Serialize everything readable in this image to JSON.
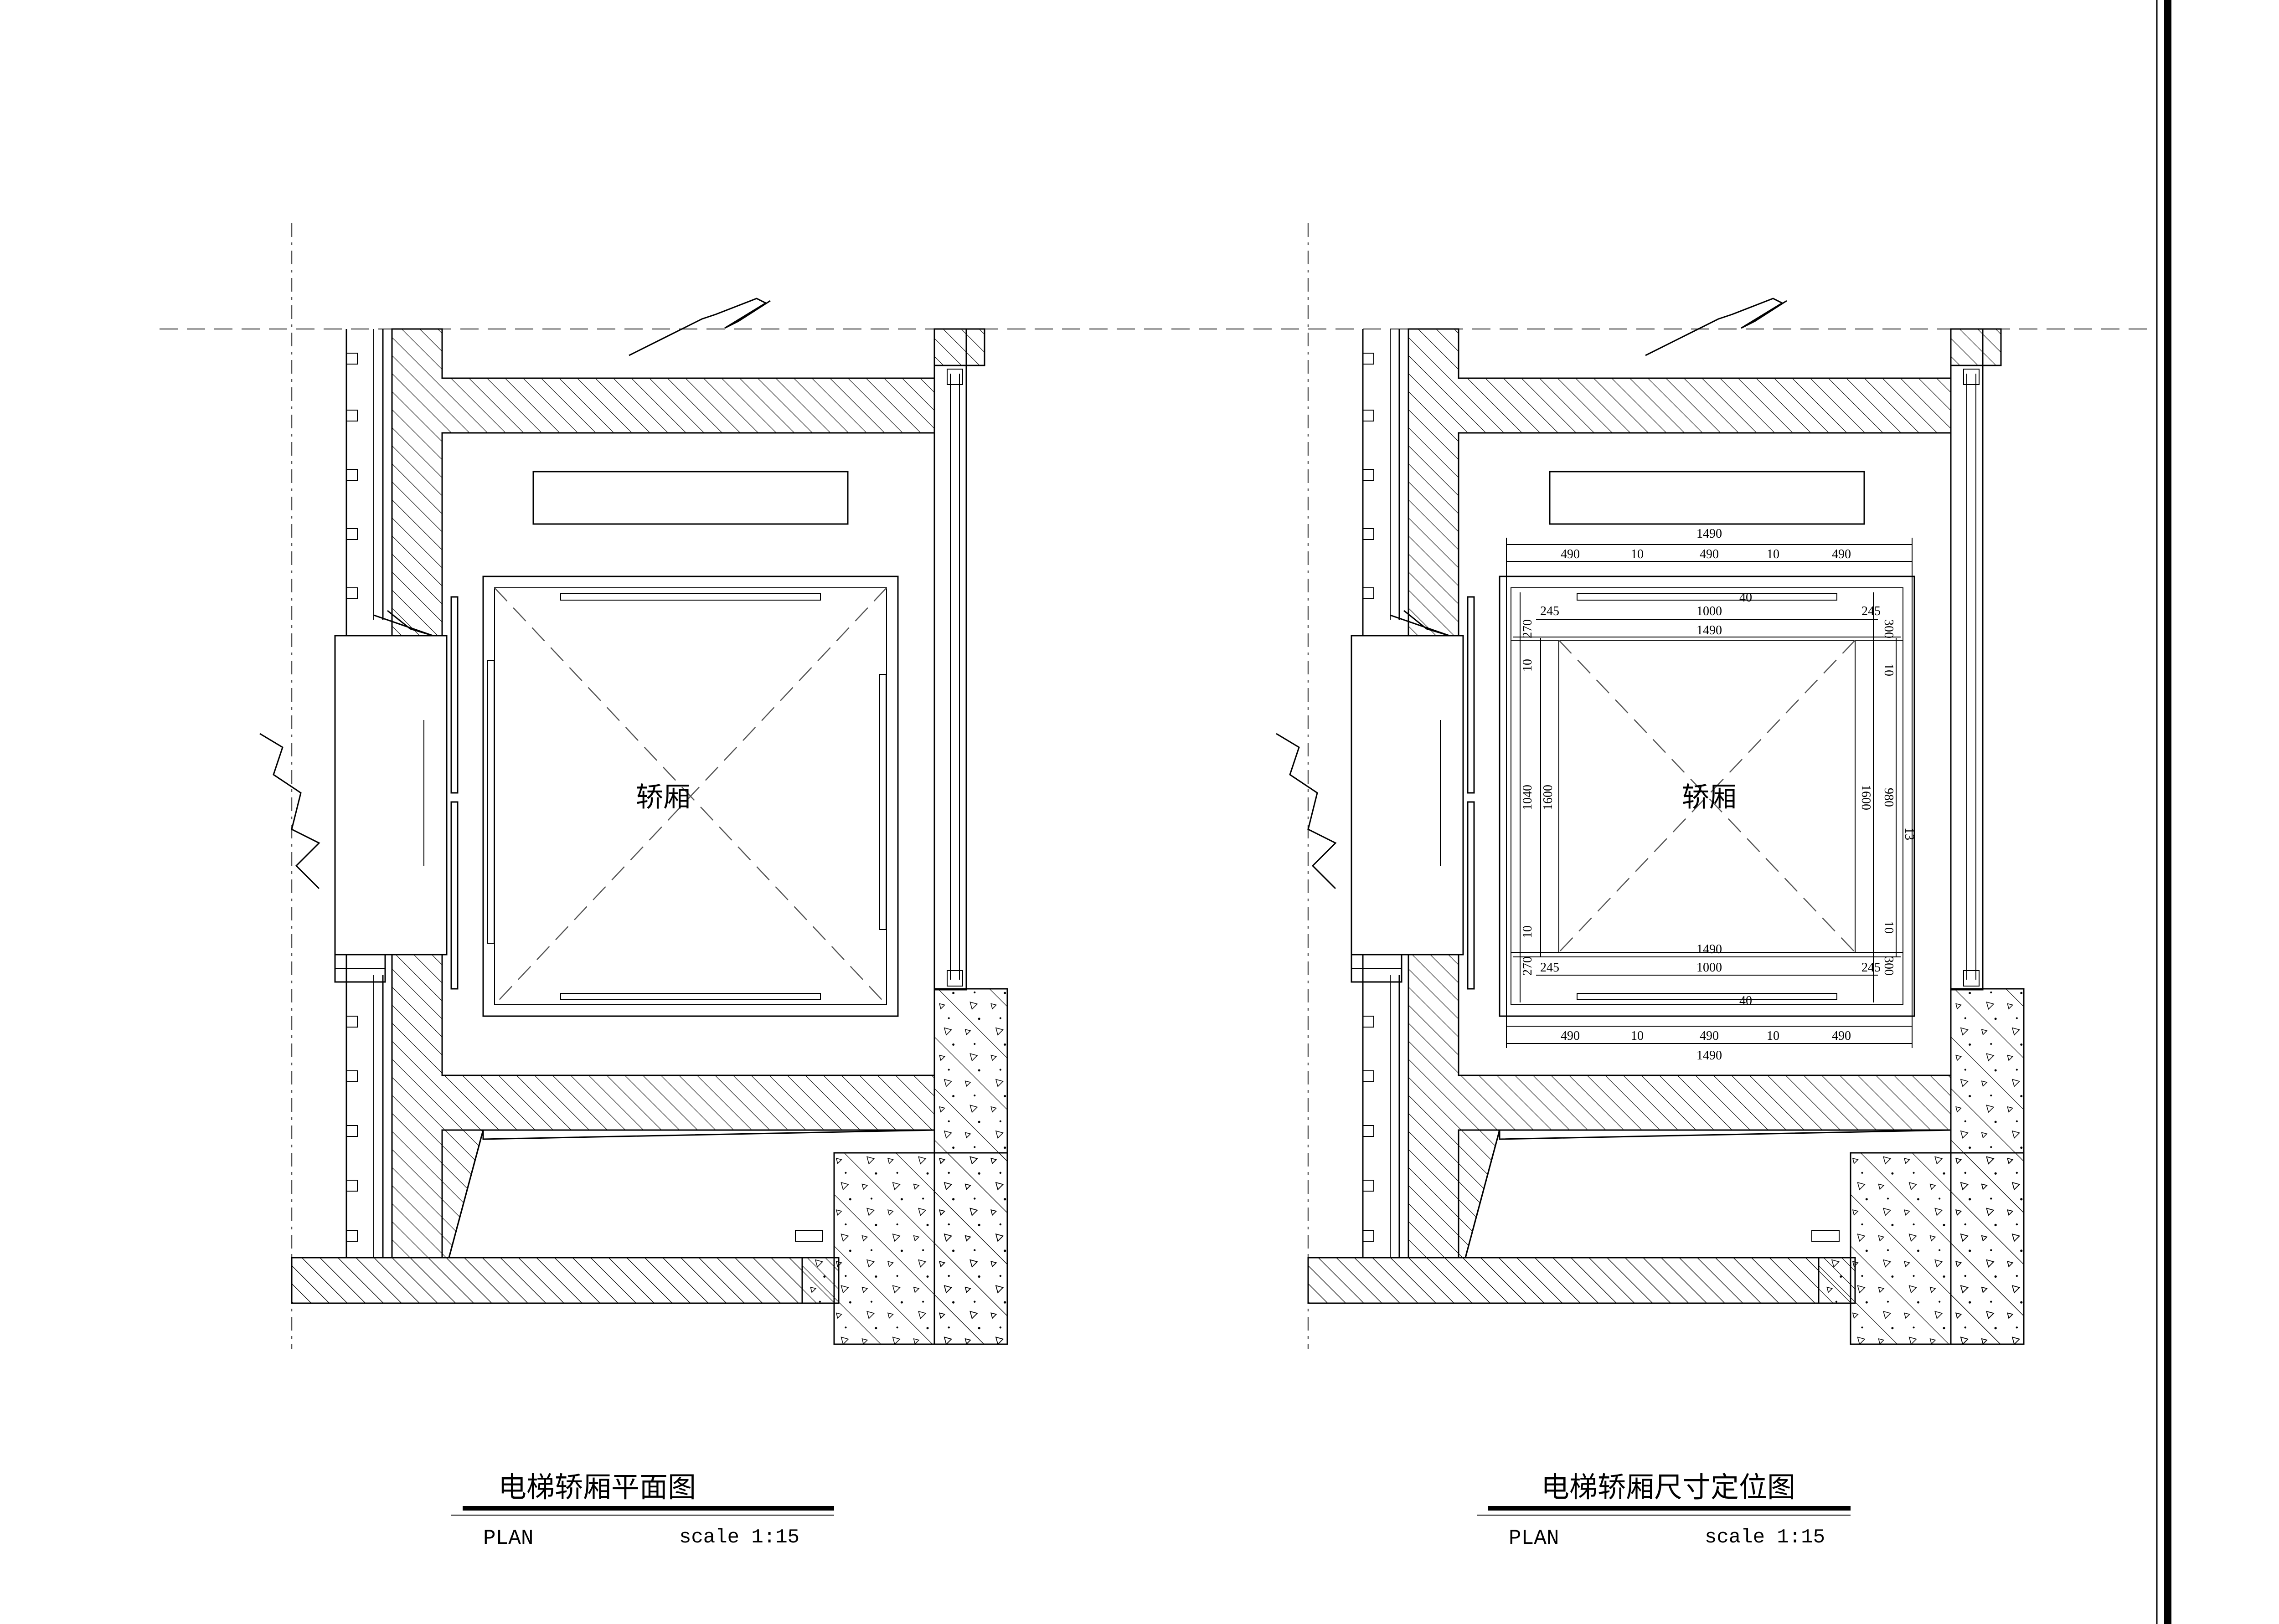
{
  "drawings": [
    {
      "title": "电梯轿厢平面图",
      "subtitle": "PLAN",
      "scale": "scale 1:15",
      "center_label": "轿厢"
    },
    {
      "title": "电梯轿厢尺寸定位图",
      "subtitle": "PLAN",
      "scale": "scale 1:15",
      "center_label": "轿厢",
      "dimensions": {
        "top_overall": "1490",
        "top_a": "490",
        "top_b": "10",
        "top_c": "490",
        "top_d": "10",
        "top_e": "490",
        "upper_inner_left": "245",
        "upper_inner_mid": "1000",
        "upper_inner_right": "245",
        "upper_small": "40",
        "upper_overall": "1490",
        "left_a": "270",
        "left_b": "10",
        "left_c": "1040",
        "left_d": "1600",
        "left_e": "10",
        "left_f": "270",
        "right_a": "300",
        "right_b": "10",
        "right_c": "1600",
        "right_d": "980",
        "right_e": "13",
        "right_f": "10",
        "right_g": "300",
        "lower_overall": "1490",
        "lower_inner_left": "245",
        "lower_inner_mid": "1000",
        "lower_inner_right": "245",
        "lower_small": "40",
        "bottom_a": "490",
        "bottom_b": "10",
        "bottom_c": "490",
        "bottom_d": "10",
        "bottom_e": "490",
        "bottom_overall": "1490"
      }
    }
  ],
  "colors": {
    "ink": "#000000",
    "paper": "#ffffff",
    "hatch": "#000000",
    "center_line": "#555555"
  }
}
